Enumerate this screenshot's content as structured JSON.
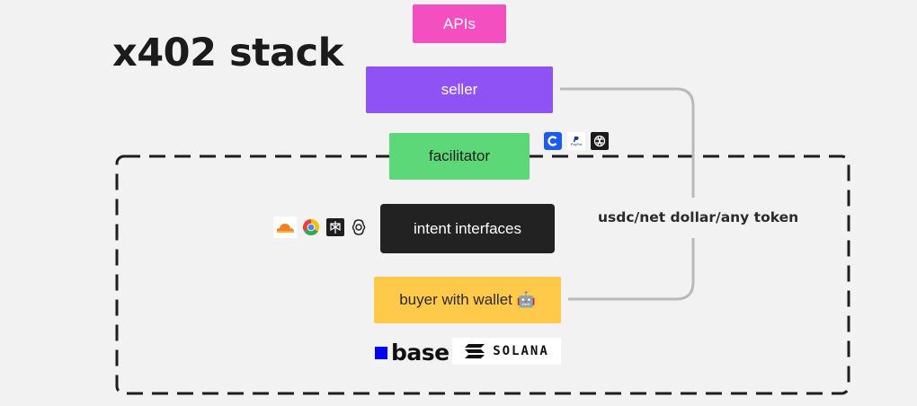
{
  "title": "x402 stack",
  "nodes": {
    "apis": "APIs",
    "seller": "seller",
    "facilitator": "facilitator",
    "intent": "intent interfaces",
    "buyer": "buyer with wallet 🤖"
  },
  "connector_label": "usdc/net dollar/any token",
  "logos": {
    "base": "base",
    "solana": "SOLANA",
    "paypal": "PayPal"
  },
  "icons": {
    "facilitator_row": [
      "coinbase-icon",
      "paypal-icon",
      "openai-like-icon"
    ],
    "intent_row": [
      "cloudflare-icon",
      "chrome-icon",
      "perplexity-icon",
      "openai-icon"
    ]
  },
  "colors": {
    "apis": "#f44fc1",
    "seller": "#8f52f5",
    "facilitator": "#5cd879",
    "intent": "#222222",
    "buyer": "#ffc94a",
    "base_blue": "#0000ff"
  }
}
